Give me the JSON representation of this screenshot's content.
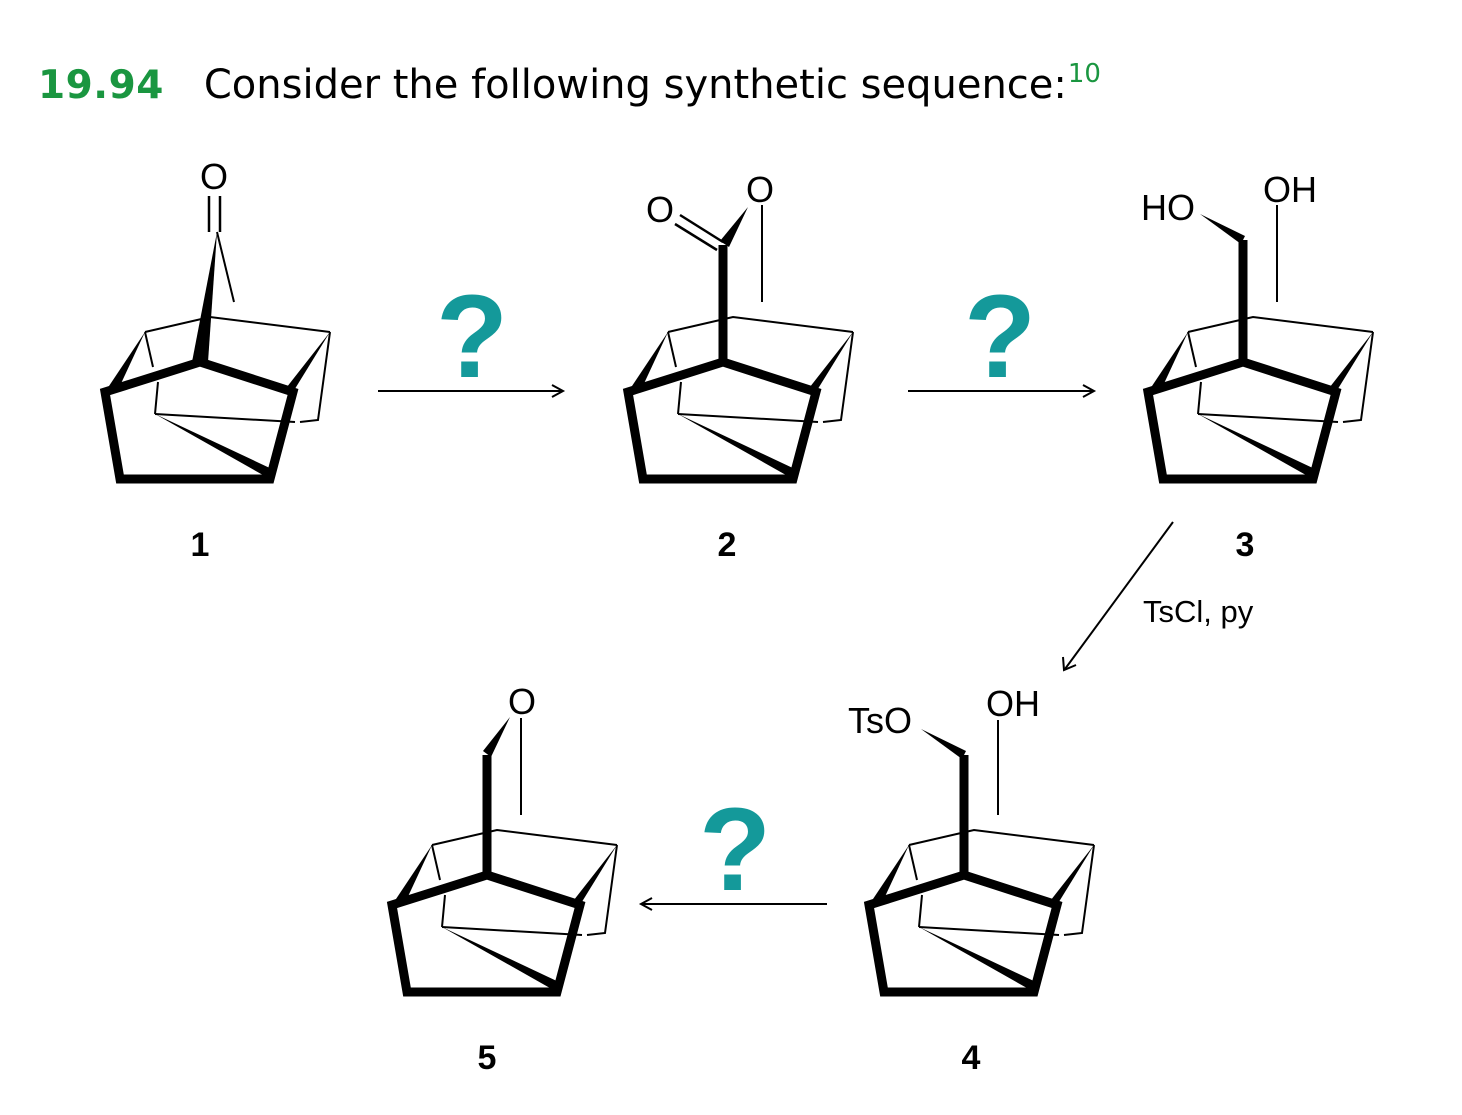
{
  "problem": {
    "number": "19.94",
    "title": "Consider the following synthetic sequence:",
    "reference": "10"
  },
  "compounds": [
    {
      "label": "1",
      "atoms": [
        "O"
      ]
    },
    {
      "label": "2",
      "atoms": [
        "O",
        "O"
      ]
    },
    {
      "label": "3",
      "atoms": [
        "HO",
        "OH"
      ]
    },
    {
      "label": "4",
      "atoms": [
        "TsO",
        "OH"
      ]
    },
    {
      "label": "5",
      "atoms": [
        "O"
      ]
    }
  ],
  "steps": [
    {
      "from": "1",
      "to": "2",
      "reagent": "?"
    },
    {
      "from": "2",
      "to": "3",
      "reagent": "?"
    },
    {
      "from": "3",
      "to": "4",
      "reagent": "TsCl, py"
    },
    {
      "from": "4",
      "to": "5",
      "reagent": "?"
    }
  ],
  "colors": {
    "problem_number": "#1a9640",
    "unknown_reagent": "#14999a"
  }
}
